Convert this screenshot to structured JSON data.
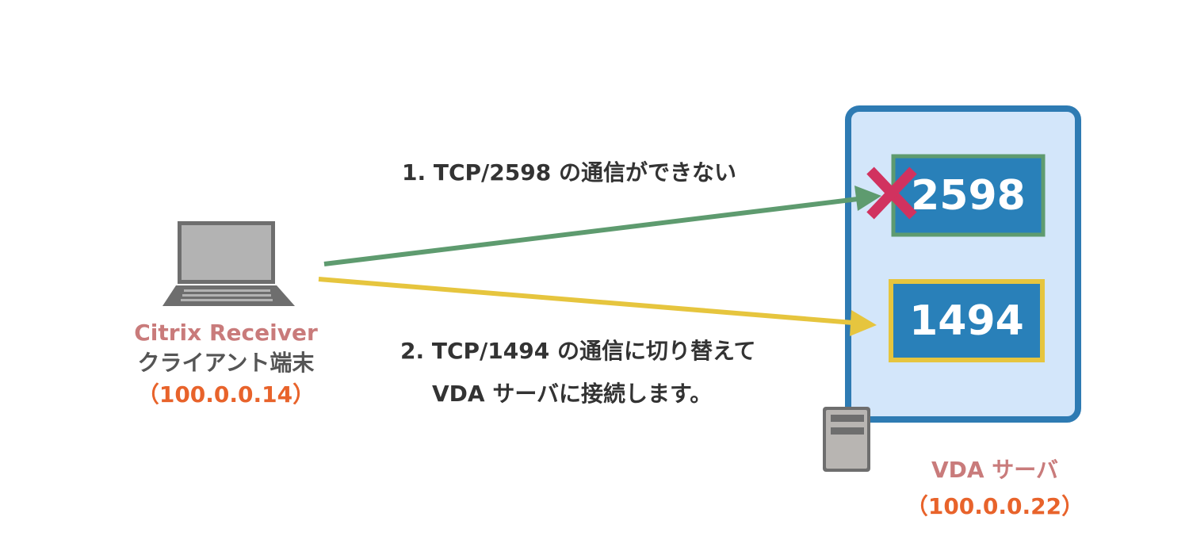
{
  "client": {
    "app_name": "Citrix Receiver",
    "device_label": "クライアント端末",
    "ip": "（100.0.0.14）",
    "icon": "laptop-icon"
  },
  "server": {
    "name": "VDA サーバ",
    "ip": "（100.0.0.22）",
    "icon": "server-tower-icon",
    "ports": [
      {
        "label": "2598",
        "status": "blocked"
      },
      {
        "label": "1494",
        "status": "open"
      }
    ]
  },
  "steps": {
    "step1": "1. TCP/2598 の通信ができない",
    "step2_line1": "2. TCP/1494 の通信に切り替えて",
    "step2_line2": "VDA サーバに接続します。"
  },
  "blocked_marker_icon": "x-mark-icon",
  "colors": {
    "server_border": "#2e7bb3",
    "server_fill": "#d3e6fa",
    "port_fill": "#2980b9",
    "green_arrow": "#5e9b6f",
    "yellow_arrow": "#e6c53e",
    "blocked_x": "#d1325f",
    "label_rose": "#c97b7b",
    "ip_orange": "#e8632b",
    "text_dark": "#333333",
    "device_gray": "#555555"
  }
}
